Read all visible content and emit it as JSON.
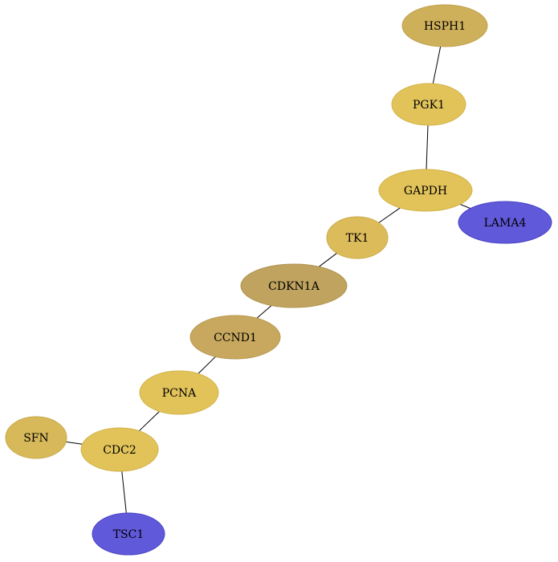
{
  "graph": {
    "nodes": [
      {
        "id": "HSPH1",
        "label": "HSPH1",
        "fill": "#cfb05a",
        "stroke": "#bfa14a"
      },
      {
        "id": "PGK1",
        "label": "PGK1",
        "fill": "#e2c35a",
        "stroke": "#d2b34a"
      },
      {
        "id": "GAPDH",
        "label": "GAPDH",
        "fill": "#e2c35a",
        "stroke": "#d2b34a"
      },
      {
        "id": "LAMA4",
        "label": "LAMA4",
        "fill": "#6059d9",
        "stroke": "#4a43c6"
      },
      {
        "id": "TK1",
        "label": "TK1",
        "fill": "#dcbb5a",
        "stroke": "#ccab4a"
      },
      {
        "id": "CDKN1A",
        "label": "CDKN1A",
        "fill": "#bfa35e",
        "stroke": "#af934e"
      },
      {
        "id": "CCND1",
        "label": "CCND1",
        "fill": "#c7a85e",
        "stroke": "#b7984e"
      },
      {
        "id": "PCNA",
        "label": "PCNA",
        "fill": "#e2c35a",
        "stroke": "#d2b34a"
      },
      {
        "id": "SFN",
        "label": "SFN",
        "fill": "#d8b95a",
        "stroke": "#c8a94a"
      },
      {
        "id": "CDC2",
        "label": "CDC2",
        "fill": "#e2c35a",
        "stroke": "#d2b34a"
      },
      {
        "id": "TSC1",
        "label": "TSC1",
        "fill": "#6059d9",
        "stroke": "#4a43c6"
      }
    ],
    "edges": [
      {
        "source": "HSPH1",
        "target": "PGK1"
      },
      {
        "source": "PGK1",
        "target": "GAPDH"
      },
      {
        "source": "GAPDH",
        "target": "LAMA4"
      },
      {
        "source": "GAPDH",
        "target": "TK1"
      },
      {
        "source": "TK1",
        "target": "CDKN1A"
      },
      {
        "source": "CDKN1A",
        "target": "CCND1"
      },
      {
        "source": "CCND1",
        "target": "PCNA"
      },
      {
        "source": "PCNA",
        "target": "CDC2"
      },
      {
        "source": "SFN",
        "target": "CDC2"
      },
      {
        "source": "CDC2",
        "target": "TSC1"
      }
    ]
  }
}
